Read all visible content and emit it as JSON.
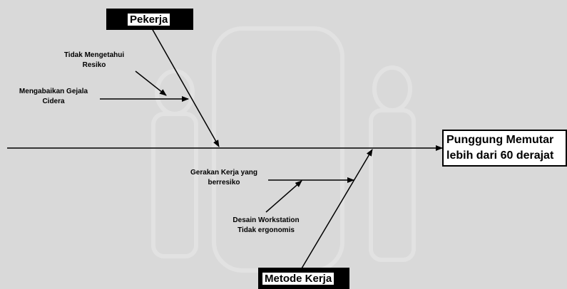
{
  "categories": {
    "top": "Pekerja",
    "bottom": "Metode Kerja"
  },
  "effect": {
    "line1": "Punggung Memutar",
    "line2": "lebih dari 60 derajat"
  },
  "causes": {
    "top_1a": "Tidak Mengetahui",
    "top_1b": "Resiko",
    "top_2a": "Mengabaikan Gejala",
    "top_2b": "Cidera",
    "bottom_1a": "Gerakan Kerja yang",
    "bottom_1b": "berresiko",
    "bottom_2a": "Desain Workstation",
    "bottom_2b": "Tidak ergonomis"
  },
  "colors": {
    "background": "#d9d9d9",
    "box": "#000000",
    "line": "#000000"
  }
}
